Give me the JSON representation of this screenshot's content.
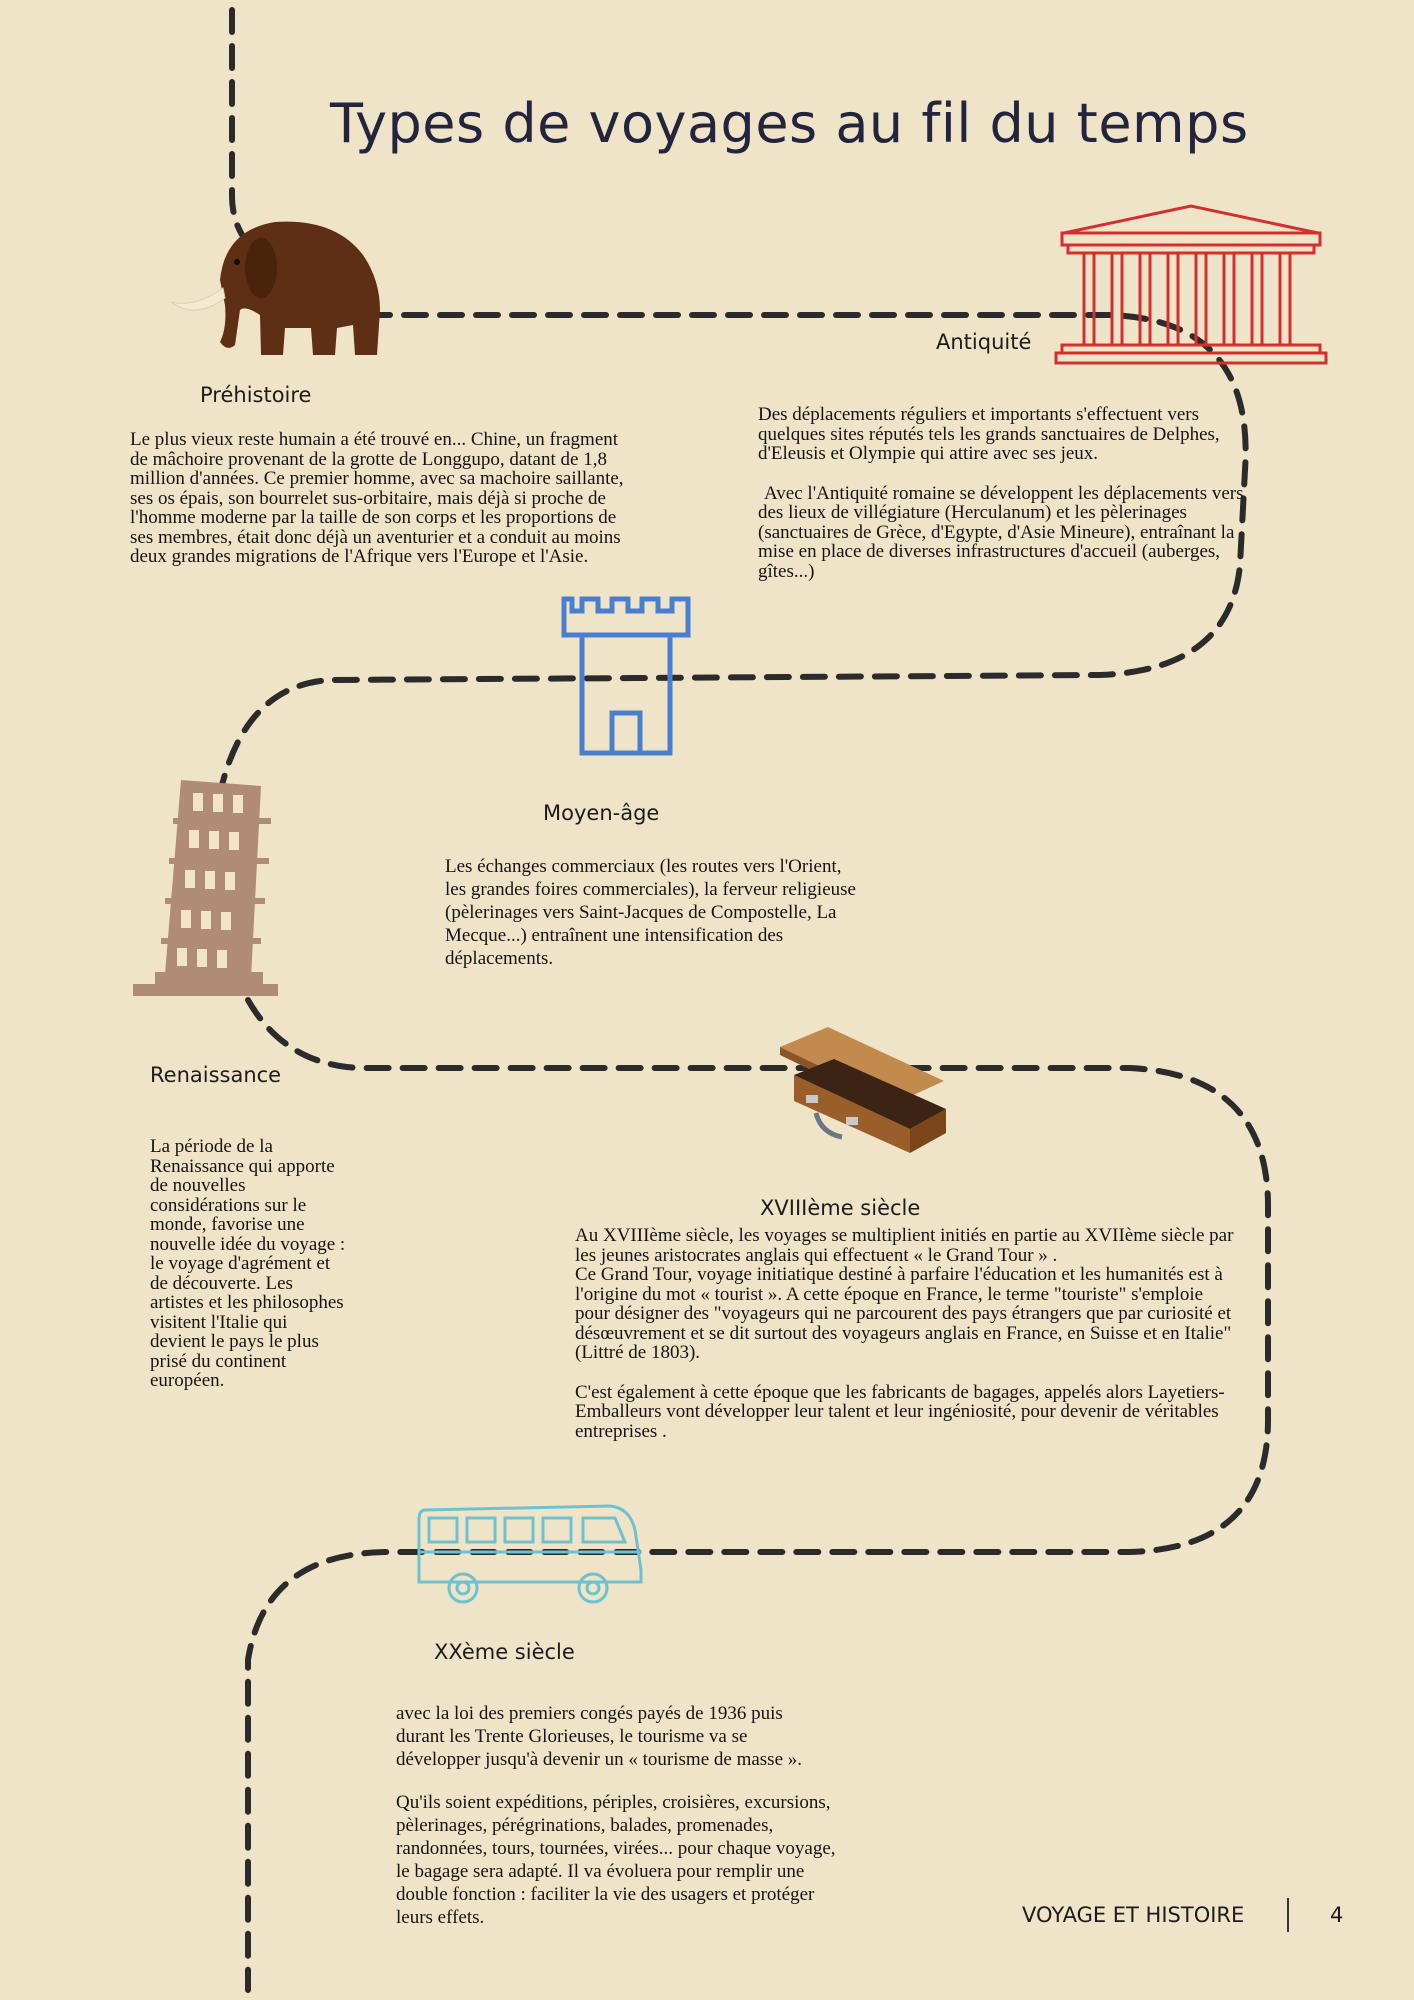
{
  "page": {
    "title": "Types de voyages au fil du temps",
    "footer": {
      "label": "VOYAGE ET HISTOIRE",
      "page_number": "4"
    }
  },
  "colors": {
    "background": "#efe4c8",
    "path": "#2b2b2b",
    "temple": "#d32f2f",
    "tower": "#4a7fd0",
    "pisa": "#b08c78",
    "mammoth": "#5e2f14",
    "suitcase": "#b5773f",
    "van": "#6cc2cf"
  },
  "sections": {
    "prehistoire": {
      "icon": "mammoth-icon",
      "heading": "Préhistoire",
      "paragraphs": [
        "Le plus vieux reste humain a été trouvé en... Chine, un fragment de mâchoire provenant de la grotte de Longgupo, datant de 1,8 million d'années. Ce premier homme, avec sa machoire saillante, ses os épais, son bourrelet sus-orbitaire, mais déjà si proche de l'homme moderne par la taille de son corps et les proportions de ses membres, était donc déjà un aventurier et a conduit au moins deux grandes migrations de l'Afrique vers l'Europe et l'Asie."
      ]
    },
    "antiquite": {
      "icon": "greek-temple-icon",
      "heading": "Antiquité",
      "paragraphs": [
        "Des déplacements réguliers et importants s'effectuent vers quelques sites réputés tels les grands sanctuaires de Delphes, d'Eleusis et Olympie qui attire avec ses jeux.",
        "Avec l'Antiquité romaine se développent les déplacements vers des lieux de villégiature (Herculanum) et les pèlerinages (sanctuaires de Grèce, d'Egypte, d'Asie Mineure), entraînant la mise en place de diverses infrastructures d'accueil (auberges, gîtes...)"
      ]
    },
    "moyen_age": {
      "icon": "castle-tower-icon",
      "heading": "Moyen-âge",
      "paragraphs": [
        "Les échanges commerciaux (les routes vers l'Orient, les grandes foires commerciales), la ferveur religieuse (pèlerinages vers Saint-Jacques de Compostelle, La Mecque...) entraînent une intensification des déplacements."
      ]
    },
    "renaissance": {
      "icon": "leaning-tower-icon",
      "heading": "Renaissance",
      "paragraphs": [
        "La période de la Renaissance qui apporte de nouvelles considérations sur le monde, favorise une nouvelle idée du voyage : le voyage d'agrément et de découverte. Les artistes et les philosophes visitent l'Italie qui devient le pays le plus prisé du continent européen."
      ]
    },
    "xviii": {
      "icon": "suitcase-icon",
      "heading": "XVIIIème siècle",
      "paragraphs": [
        "Au XVIIIème siècle, les voyages se multiplient initiés en partie au XVIIème siècle par les jeunes aristocrates anglais qui effectuent « le Grand Tour » .",
        "Ce Grand Tour, voyage initiatique destiné à parfaire l'éducation et les humanités est à l'origine du mot « tourist ». A cette époque en France, le terme \"touriste\" s'emploie pour désigner des \"voyageurs qui ne parcourent des pays étrangers que par curiosité et désœuvrement et se dit surtout des voyageurs anglais en France, en Suisse et en Italie\" (Littré de 1803).",
        "C'est également à cette époque que les fabricants de bagages, appelés alors Layetiers-Emballeurs vont développer leur talent et leur ingéniosité, pour devenir de véritables entreprises ."
      ]
    },
    "xx": {
      "icon": "camper-van-icon",
      "heading": "XXème siècle",
      "paragraphs": [
        "avec la loi des premiers congés payés de 1936 puis durant les Trente Glorieuses, le tourisme va se développer jusqu'à devenir un « tourisme de masse ».",
        "Qu'ils soient expéditions, périples, croisières, excursions, pèlerinages, pérégrinations, balades, promenades, randonnées, tours, tournées, virées... pour chaque voyage, le bagage sera adapté. Il va évoluera pour remplir une double fonction : faciliter la vie des usagers et protéger leurs effets."
      ]
    }
  }
}
